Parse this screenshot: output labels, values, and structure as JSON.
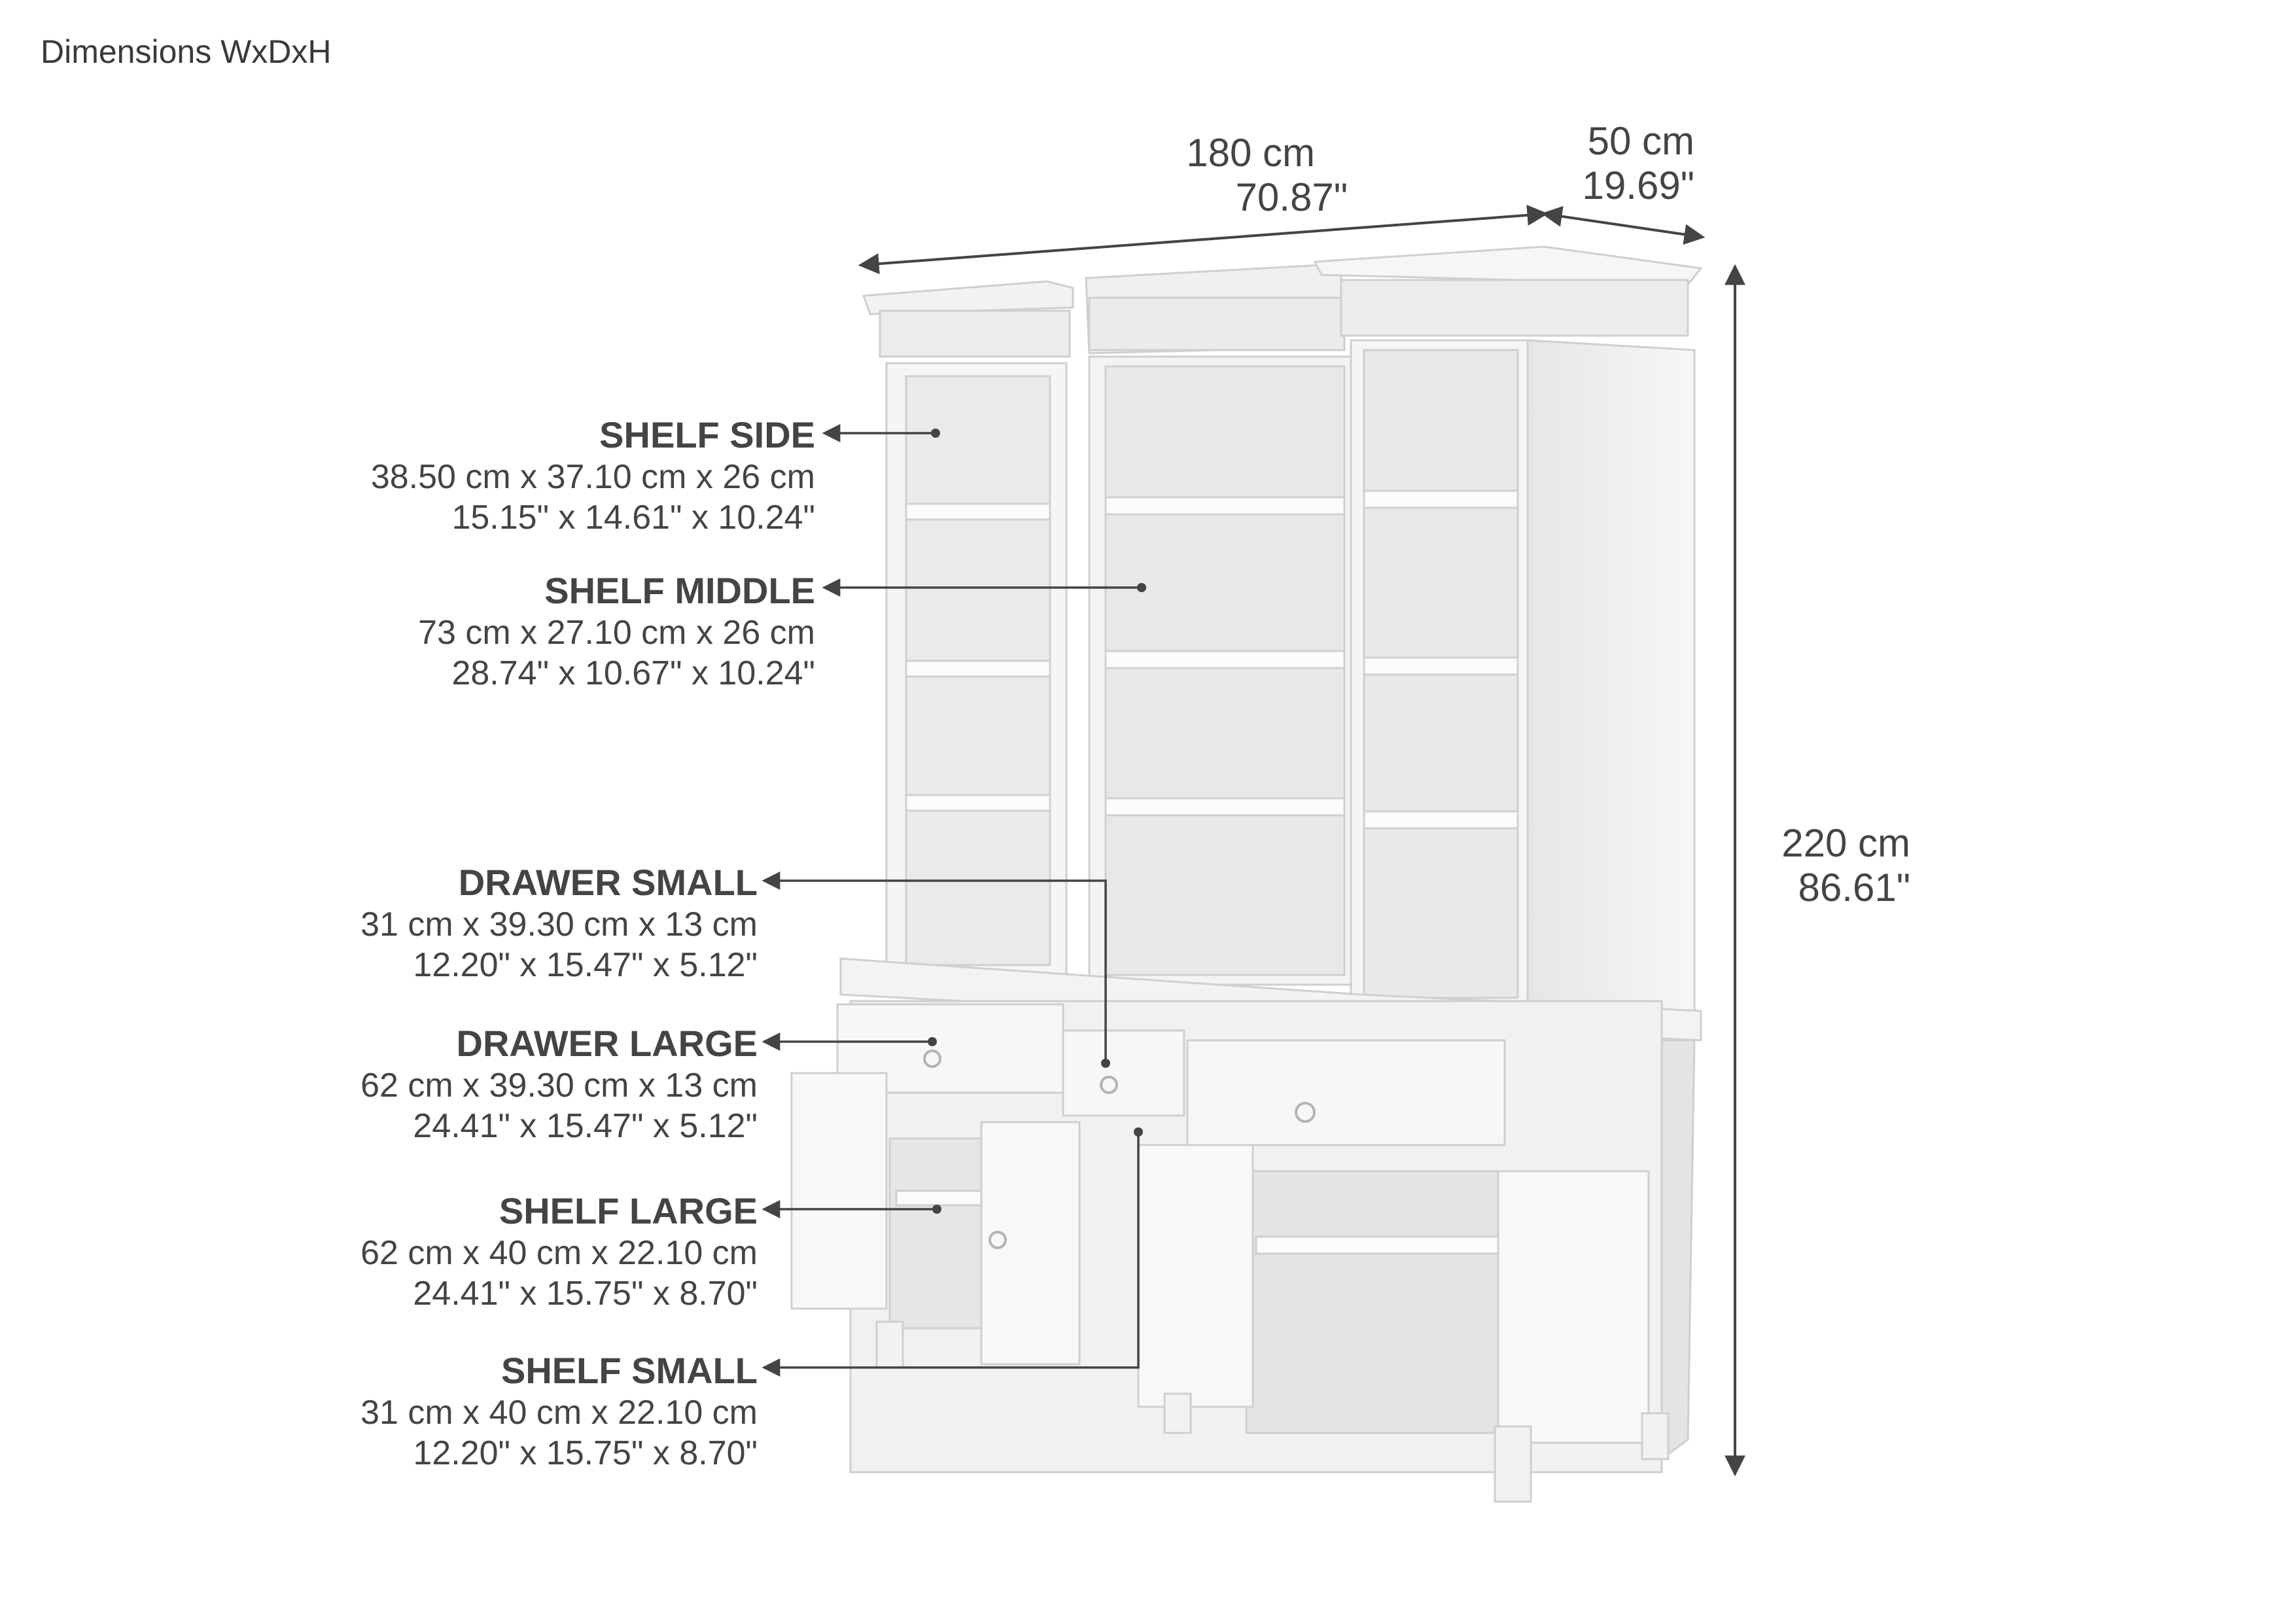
{
  "title": "Dimensions WxDxH",
  "dimensions": {
    "width": {
      "cm": "180 cm",
      "inch": "70.87\""
    },
    "depth": {
      "cm": "50 cm",
      "inch": "19.69\""
    },
    "height": {
      "cm": "220 cm",
      "inch": "86.61\""
    }
  },
  "callouts": [
    {
      "name": "SHELF SIDE",
      "cm": "38.50 cm x 37.10 cm x 26 cm",
      "inch": "15.15\" x 14.61\" x 10.24\""
    },
    {
      "name": "SHELF MIDDLE",
      "cm": "73 cm x 27.10 cm x 26 cm",
      "inch": "28.74\" x 10.67\" x 10.24\""
    },
    {
      "name": "DRAWER SMALL",
      "cm": "31 cm x 39.30 cm x 13 cm",
      "inch": "12.20\" x 15.47\" x 5.12\""
    },
    {
      "name": "DRAWER LARGE",
      "cm": "62 cm x 39.30 cm x 13 cm",
      "inch": "24.41\" x 15.47\" x 5.12\""
    },
    {
      "name": "SHELF LARGE",
      "cm": "62 cm x 40 cm x 22.10 cm",
      "inch": "24.41\" x 15.75\" x 8.70\""
    },
    {
      "name": "SHELF SMALL",
      "cm": "31 cm x 40 cm x 22.10 cm",
      "inch": "12.20\" x 15.75\" x 8.70\""
    }
  ],
  "colors": {
    "text": "#444444",
    "cabinet": "#f4f4f4",
    "shadow": "#d6d6d6",
    "arrow": "#444444"
  }
}
